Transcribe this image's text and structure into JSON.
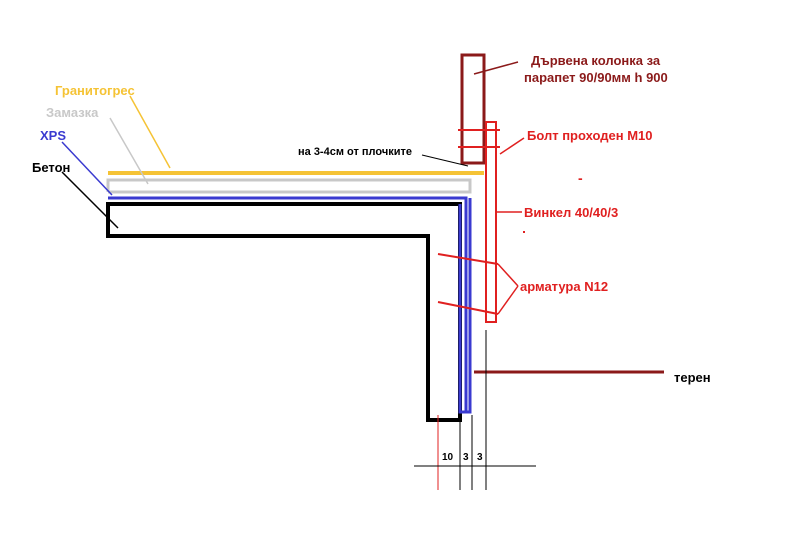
{
  "colors": {
    "granite": "#f5c335",
    "screed": "#c8c8c8",
    "xps": "#3a3ad0",
    "concrete": "#000000",
    "red": "#e02020",
    "maroon": "#8b1a1a",
    "dark": "#000000"
  },
  "labels": {
    "granite": "Гранитогрес",
    "screed": "Замазка",
    "xps": "XPS",
    "concrete": "Бетон",
    "gap_note": "на 3-4см от плочките",
    "column_line1": "Дървена колонка за",
    "column_line2": "парапет 90/90мм h 900",
    "bolt": "Болт проходен М10",
    "angle": "Винкел 40/40/3",
    "rebar": "арматура N12",
    "ground": "терен",
    "dash": "-"
  },
  "dimensions": {
    "d1": "10",
    "d2": "3",
    "d3": "3"
  }
}
